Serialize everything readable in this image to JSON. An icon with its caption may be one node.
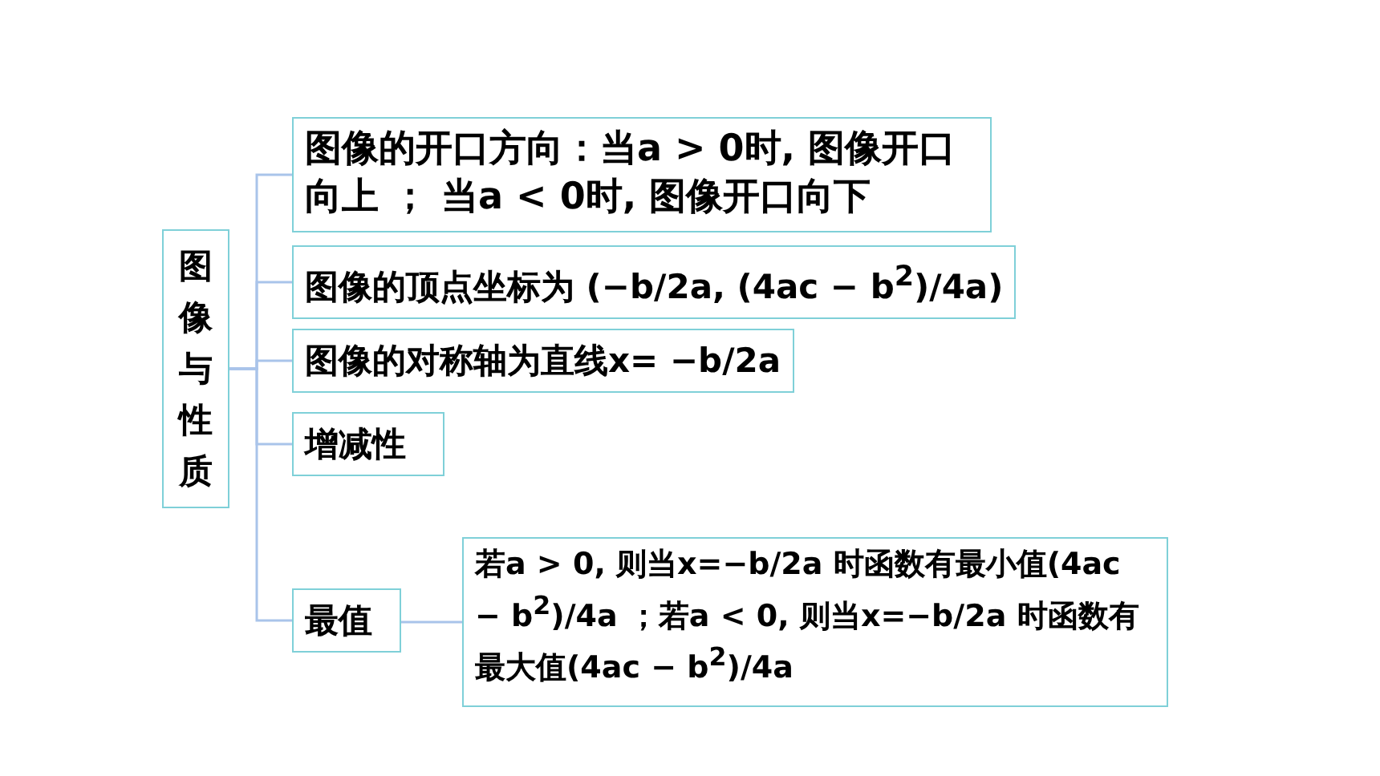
{
  "diagram": {
    "nodes": [
      {
        "text": [
          "图像与性质"
        ]
      },
      {
        "text": [
          "图像的开口方向：当a > 0时, 图像开口向上 ； 当a < 0时, 图像开口向下"
        ]
      },
      {
        "text": [
          "图像的顶点坐标为 (−b/2a, (4ac − b$^{2}$)/4a)"
        ]
      },
      {
        "text": [
          "图像的对称轴为直线x= −b/2a"
        ]
      },
      {
        "text": [
          "增减性"
        ]
      },
      {
        "text": [
          "最值"
        ]
      },
      {
        "text": [
          "若a > 0, 则当x=−b/2a 时函数有最小值(4ac − b$^{2}$)/4a ；若a < 0, 则当x=−b/2a 时函数有最大值(4ac − b$^{2}$)/4a"
        ]
      }
    ],
    "edges": [
      {
        "from": 0,
        "to": 1,
        "arrow": "none"
      },
      {
        "from": 0,
        "to": 2,
        "arrow": "none"
      },
      {
        "from": 0,
        "to": 3,
        "arrow": "none"
      },
      {
        "from": 0,
        "to": 4,
        "arrow": "none"
      },
      {
        "from": 0,
        "to": 5,
        "arrow": "none"
      },
      {
        "from": 5,
        "to": 6,
        "arrow": "none"
      }
    ]
  }
}
